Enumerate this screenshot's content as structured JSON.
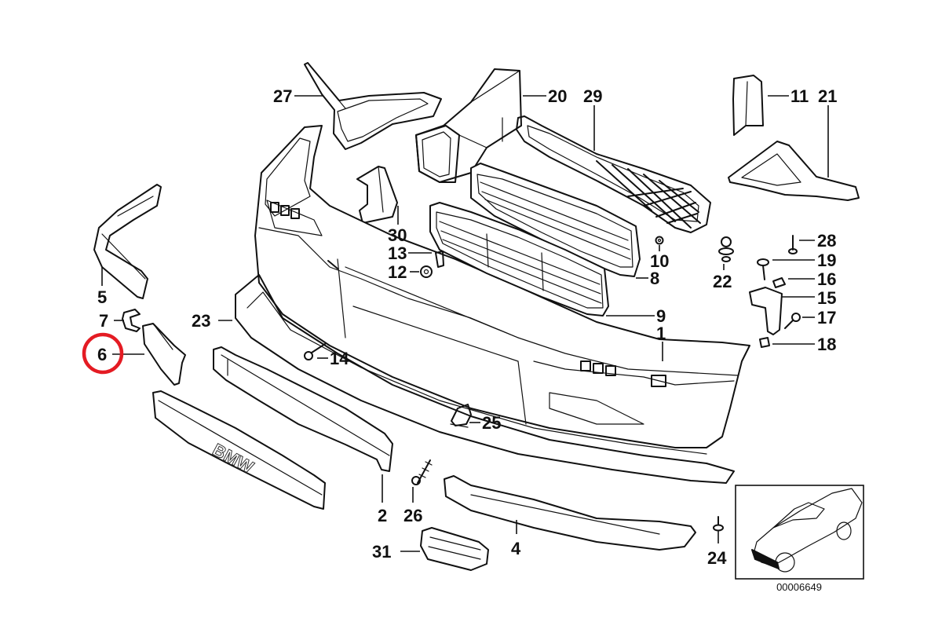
{
  "diagram": {
    "title": "BMW E36 front bumper trim exploded parts diagram",
    "diagram_number": "00006649",
    "highlight_color": "#e41b23",
    "highlighted_part": "6",
    "callouts": [
      {
        "id": "1",
        "part": "bumper-cover"
      },
      {
        "id": "2",
        "part": "bumper-support-upper"
      },
      {
        "id": "4",
        "part": "front-spoiler-lip"
      },
      {
        "id": "5",
        "part": "side-trim-left"
      },
      {
        "id": "6",
        "part": "bracket-left"
      },
      {
        "id": "7",
        "part": "clip"
      },
      {
        "id": "8",
        "part": "grille-upper"
      },
      {
        "id": "9",
        "part": "grille-lower"
      },
      {
        "id": "10",
        "part": "grommet"
      },
      {
        "id": "11",
        "part": "air-guide-right"
      },
      {
        "id": "12",
        "part": "nut"
      },
      {
        "id": "13",
        "part": "clip-nut"
      },
      {
        "id": "14",
        "part": "screw"
      },
      {
        "id": "15",
        "part": "bracket-right"
      },
      {
        "id": "16",
        "part": "clip-nut-small"
      },
      {
        "id": "17",
        "part": "bolt"
      },
      {
        "id": "18",
        "part": "nut-clip"
      },
      {
        "id": "19",
        "part": "screw-hex"
      },
      {
        "id": "20",
        "part": "air-duct"
      },
      {
        "id": "21",
        "part": "brake-air-duct-right"
      },
      {
        "id": "22",
        "part": "expanding-rivet"
      },
      {
        "id": "23",
        "part": "bumper-carrier"
      },
      {
        "id": "24",
        "part": "rivet"
      },
      {
        "id": "25",
        "part": "mounting-clip"
      },
      {
        "id": "26",
        "part": "bolt-collar"
      },
      {
        "id": "27",
        "part": "brake-air-duct-left"
      },
      {
        "id": "28",
        "part": "self-tapping-screw"
      },
      {
        "id": "29",
        "part": "mesh-grille"
      },
      {
        "id": "30",
        "part": "guide-block"
      },
      {
        "id": "31",
        "part": "fog-cover"
      }
    ]
  }
}
